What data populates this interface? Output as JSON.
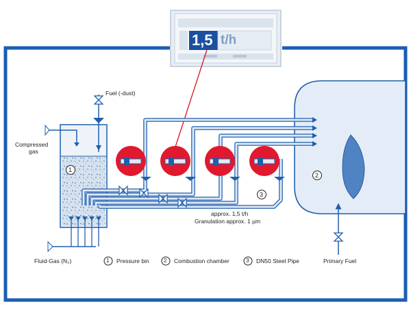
{
  "display": {
    "value": "1,5",
    "unit": "t/h"
  },
  "labels": {
    "fuel_dust": "Fuel (-dust)",
    "compressed_gas_1": "Compressed",
    "compressed_gas_2": "gas",
    "fluid_gas": "Fluid-Gas (N₂)",
    "primary_fuel": "Primary Fuel",
    "approx_flow": "approx. 1,5 t/h",
    "granulation": "Granulation approx. 1 µm"
  },
  "markers": {
    "m1": "1",
    "m2": "2",
    "m3": "3"
  },
  "legend": [
    {
      "num": "1",
      "text": "Pressure bin"
    },
    {
      "num": "2",
      "text": "Combustion chamber"
    },
    {
      "num": "3",
      "text": "DN50 Steel Pipe"
    }
  ],
  "colors": {
    "frame": "#1a5eb4",
    "pipe_fill": "#dfeaf7",
    "pipe_edge": "#1f5fae",
    "chamber_fill": "#e4edf7",
    "flame": "#4f83c4",
    "burner_red": "#e0192f",
    "bin_fill": "#cfdcea"
  }
}
